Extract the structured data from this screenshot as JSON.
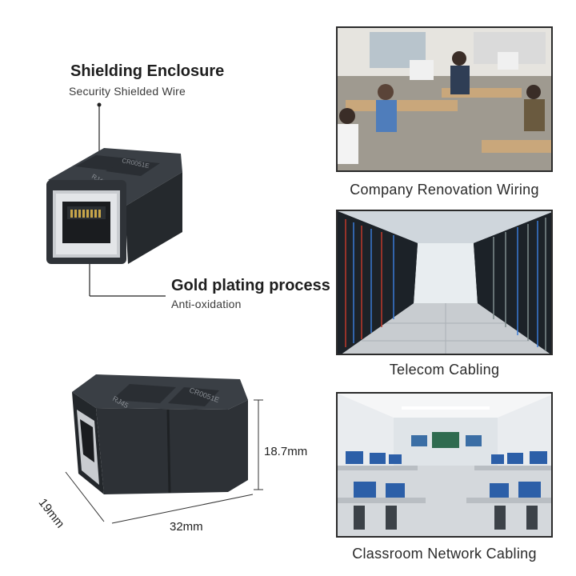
{
  "features": {
    "shielding": {
      "title": "Shielding Enclosure",
      "subtitle": "Security Shielded Wire"
    },
    "gold": {
      "title": "Gold plating process",
      "subtitle": "Anti-oxidation"
    }
  },
  "product_markings": {
    "top_label": "CR0051E",
    "side_label": "RJ45"
  },
  "dimensions": {
    "height": "18.7mm",
    "depth": "19mm",
    "width": "32mm"
  },
  "applications": [
    {
      "caption": "Company Renovation Wiring"
    },
    {
      "caption": "Telecom Cabling"
    },
    {
      "caption": "Classroom Network Cabling"
    }
  ],
  "colors": {
    "connector_body": "#2d3136",
    "connector_shell": "#c9ccd0",
    "text": "#1e1e1e"
  }
}
